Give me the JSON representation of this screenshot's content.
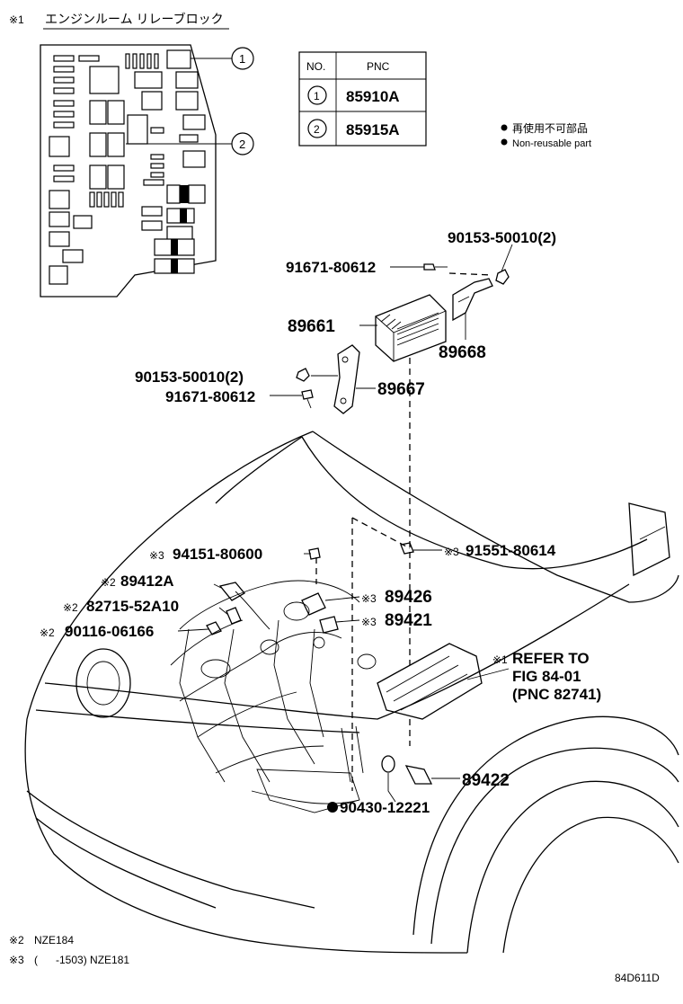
{
  "header": {
    "mark": "※1",
    "title": "エンジンルーム リレーブロック"
  },
  "relay_callouts": [
    "1",
    "2"
  ],
  "pnc_table": {
    "headers": [
      "NO.",
      "PNC"
    ],
    "rows": [
      {
        "no": "1",
        "pnc": "85910A"
      },
      {
        "no": "2",
        "pnc": "85915A"
      }
    ]
  },
  "legend": {
    "jp": "再使用不可部品",
    "en": "Non-reusable part"
  },
  "parts": {
    "p90153_top": "90153-50010(2)",
    "p91671_top": "91671-80612",
    "p89661": "89661",
    "p89668": "89668",
    "p90153_mid": "90153-50010(2)",
    "p89667": "89667",
    "p91671_mid": "91671-80612",
    "p94151_mark": "※3",
    "p94151": "94151-80600",
    "p91551_mark": "※3",
    "p91551": "91551-80614",
    "p89412a_mark": "※2",
    "p89412a": "89412A",
    "p82715_mark": "※2",
    "p82715": "82715-52A10",
    "p90116_mark": "※2",
    "p90116": "90116-06166",
    "p89426_mark": "※3",
    "p89426": "89426",
    "p89421_mark": "※3",
    "p89421": "89421",
    "ref_mark": "※1",
    "ref_line1": "REFER TO",
    "ref_line2": "FIG 84-01",
    "ref_line3": "(PNC 82741)",
    "p89422": "89422",
    "p90430": "90430-12221"
  },
  "notes": [
    {
      "mark": "※2",
      "text": "NZE184"
    },
    {
      "mark": "※3",
      "text": "(      -1503) NZE181"
    }
  ],
  "figure_id": "84D611D"
}
